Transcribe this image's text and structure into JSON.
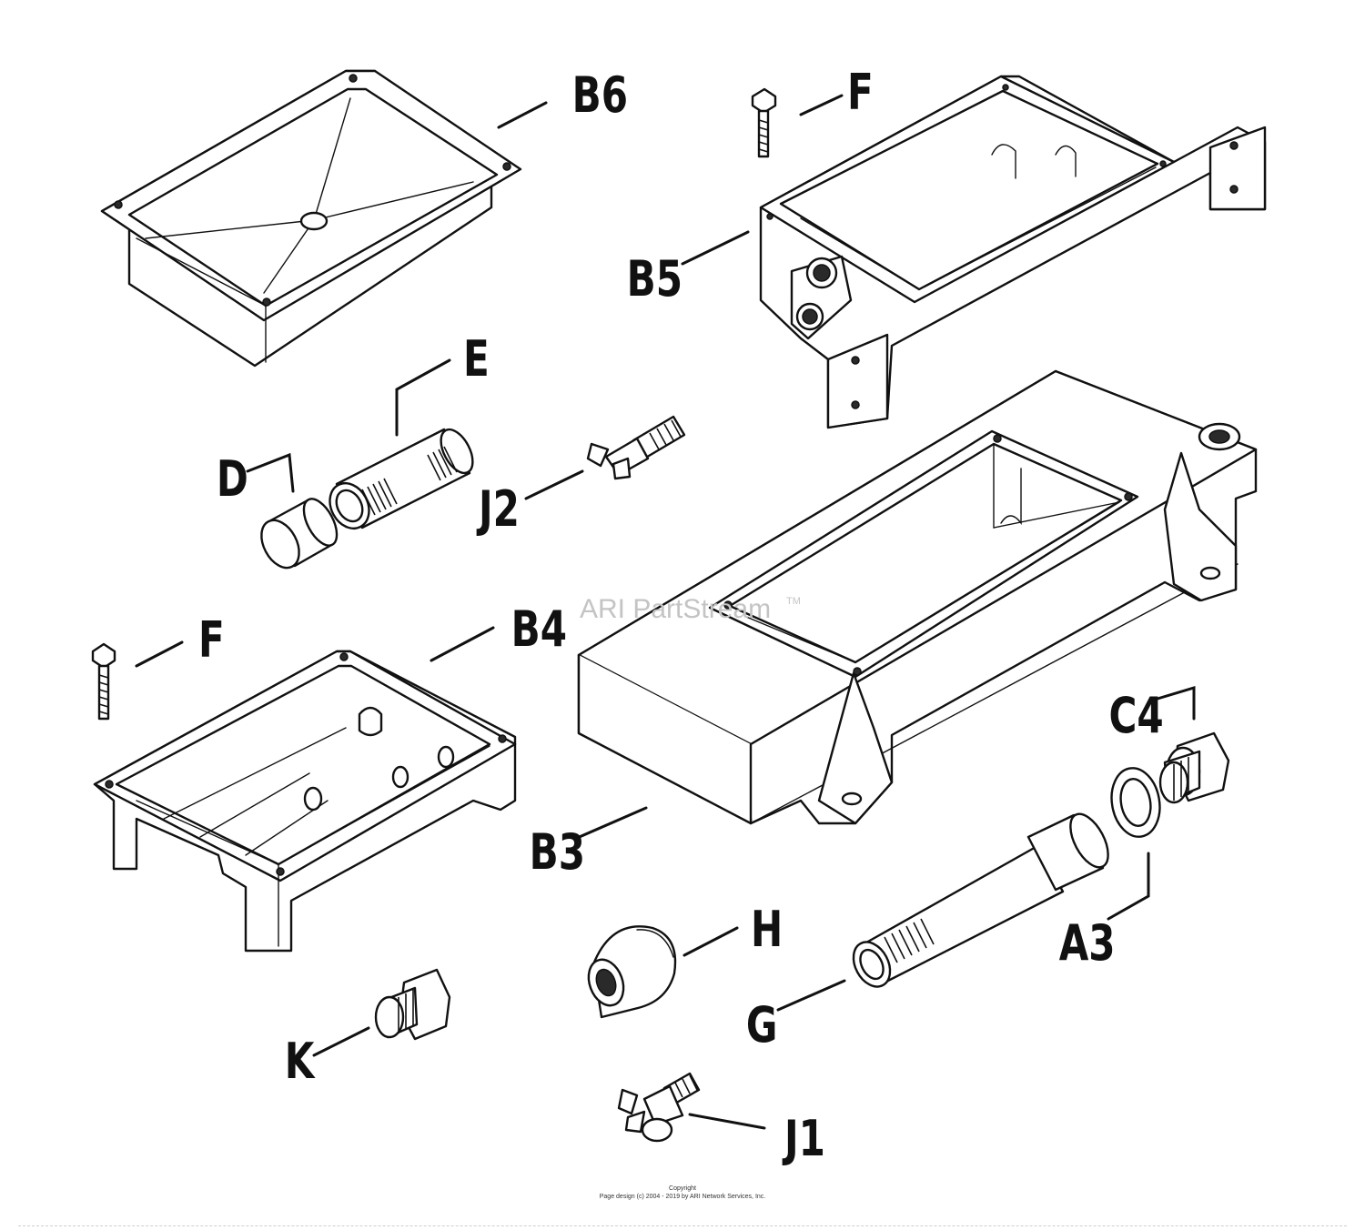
{
  "callouts": {
    "b6": "B6",
    "f_top": "F",
    "b5": "B5",
    "e": "E",
    "d": "D",
    "j2": "J2",
    "f_left": "F",
    "b4": "B4",
    "c4": "C4",
    "b3": "B3",
    "a3": "A3",
    "h": "H",
    "g": "G",
    "k": "K",
    "j1": "J1"
  },
  "watermark": {
    "text": "ARI PartStream",
    "trademark": "TM"
  },
  "footer": {
    "copyright": "Copyright",
    "page_design": "Page design (c) 2004 - 2019 by ARI Network Services, Inc."
  }
}
